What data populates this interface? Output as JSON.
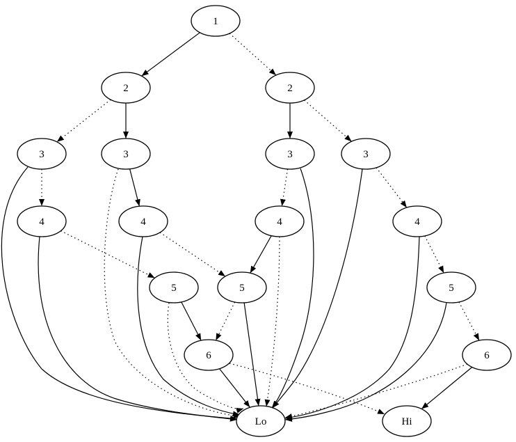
{
  "diagram": {
    "nodes": [
      {
        "id": "n1",
        "label": "1"
      },
      {
        "id": "n2a",
        "label": "2"
      },
      {
        "id": "n2b",
        "label": "2"
      },
      {
        "id": "n3a",
        "label": "3"
      },
      {
        "id": "n3b",
        "label": "3"
      },
      {
        "id": "n3c",
        "label": "3"
      },
      {
        "id": "n3d",
        "label": "3"
      },
      {
        "id": "n4a",
        "label": "4"
      },
      {
        "id": "n4b",
        "label": "4"
      },
      {
        "id": "n4c",
        "label": "4"
      },
      {
        "id": "n4d",
        "label": "4"
      },
      {
        "id": "n5a",
        "label": "5"
      },
      {
        "id": "n5b",
        "label": "5"
      },
      {
        "id": "n5c",
        "label": "5"
      },
      {
        "id": "n6a",
        "label": "6"
      },
      {
        "id": "n6b",
        "label": "6"
      },
      {
        "id": "lo",
        "label": "Lo"
      },
      {
        "id": "hi",
        "label": "Hi"
      }
    ],
    "edges": [
      {
        "from": "n1",
        "to": "n2a",
        "style": "solid"
      },
      {
        "from": "n1",
        "to": "n2b",
        "style": "dashed"
      },
      {
        "from": "n2a",
        "to": "n3a",
        "style": "dashed"
      },
      {
        "from": "n2a",
        "to": "n3b",
        "style": "solid"
      },
      {
        "from": "n2b",
        "to": "n3c",
        "style": "solid"
      },
      {
        "from": "n2b",
        "to": "n3d",
        "style": "dashed"
      },
      {
        "from": "n3a",
        "to": "n4a",
        "style": "dashed"
      },
      {
        "from": "n3a",
        "to": "lo",
        "style": "solid"
      },
      {
        "from": "n3b",
        "to": "n4b",
        "style": "solid"
      },
      {
        "from": "n3b",
        "to": "lo",
        "style": "dashed"
      },
      {
        "from": "n3c",
        "to": "n4c",
        "style": "dashed"
      },
      {
        "from": "n3c",
        "to": "lo",
        "style": "solid"
      },
      {
        "from": "n3d",
        "to": "n4d",
        "style": "dashed"
      },
      {
        "from": "n3d",
        "to": "lo",
        "style": "solid"
      },
      {
        "from": "n4a",
        "to": "n5a",
        "style": "dashed"
      },
      {
        "from": "n4a",
        "to": "lo",
        "style": "solid"
      },
      {
        "from": "n4b",
        "to": "n5b",
        "style": "dashed"
      },
      {
        "from": "n4b",
        "to": "lo",
        "style": "solid"
      },
      {
        "from": "n4c",
        "to": "n5b",
        "style": "solid"
      },
      {
        "from": "n4c",
        "to": "lo",
        "style": "dashed"
      },
      {
        "from": "n4d",
        "to": "n5c",
        "style": "dashed"
      },
      {
        "from": "n4d",
        "to": "lo",
        "style": "solid"
      },
      {
        "from": "n5a",
        "to": "n6a",
        "style": "solid"
      },
      {
        "from": "n5a",
        "to": "lo",
        "style": "dashed"
      },
      {
        "from": "n5b",
        "to": "n6a",
        "style": "dashed"
      },
      {
        "from": "n5b",
        "to": "lo",
        "style": "solid"
      },
      {
        "from": "n5c",
        "to": "n6b",
        "style": "dashed"
      },
      {
        "from": "n5c",
        "to": "lo",
        "style": "solid"
      },
      {
        "from": "n6a",
        "to": "lo",
        "style": "solid"
      },
      {
        "from": "n6a",
        "to": "hi",
        "style": "dashed"
      },
      {
        "from": "n6b",
        "to": "lo",
        "style": "dashed"
      },
      {
        "from": "n6b",
        "to": "hi",
        "style": "solid"
      }
    ]
  }
}
